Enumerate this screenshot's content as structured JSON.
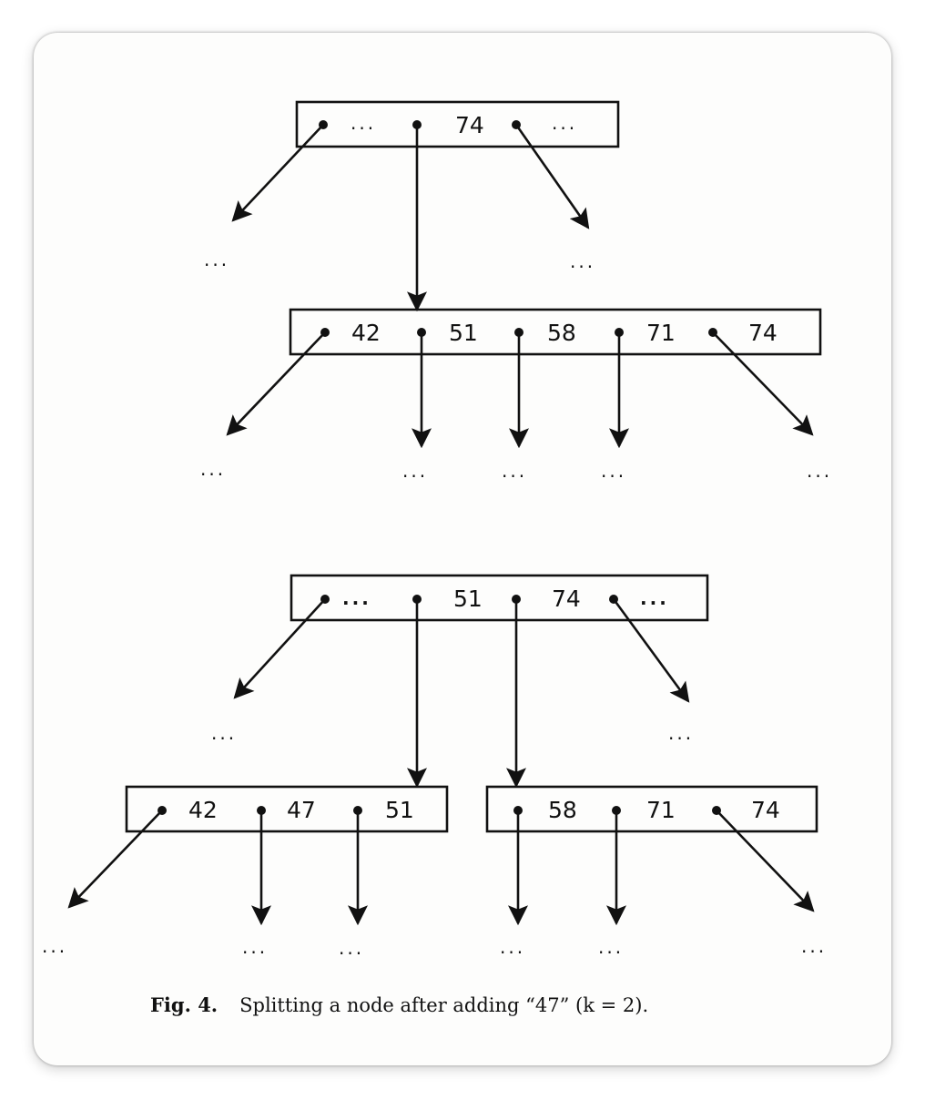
{
  "figure": {
    "caption_number": "Fig. 4.",
    "caption_text": "Splitting a node after adding “47” (k = 2).",
    "ellipsis": "...",
    "before_split": {
      "parent_node": {
        "keys": [
          "...",
          "74",
          "..."
        ]
      },
      "child_node": {
        "keys": [
          "42",
          "51",
          "58",
          "71",
          "74"
        ]
      }
    },
    "after_split": {
      "parent_node": {
        "keys": [
          "...",
          "51",
          "74",
          "..."
        ]
      },
      "left_child": {
        "keys": [
          "42",
          "47",
          "51"
        ]
      },
      "right_child": {
        "keys": [
          "58",
          "71",
          "74"
        ]
      }
    }
  }
}
